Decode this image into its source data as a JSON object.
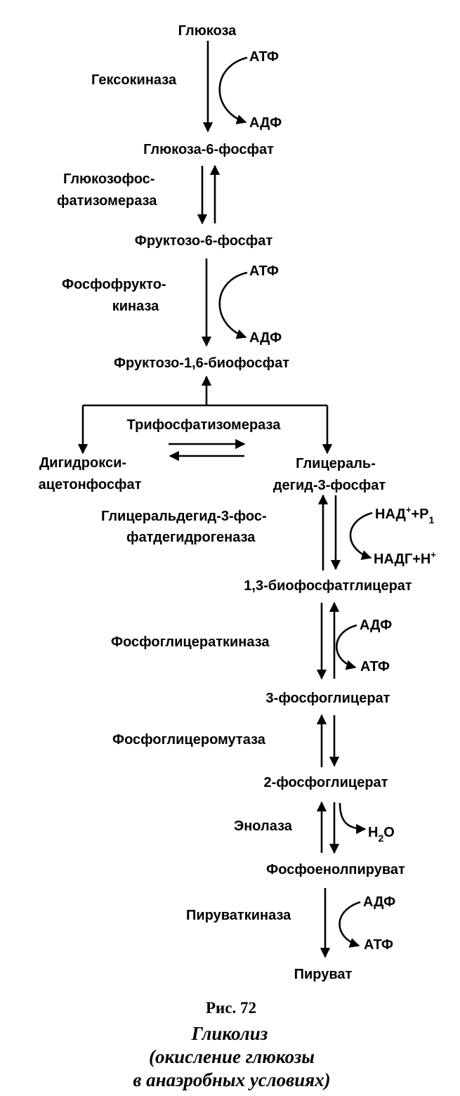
{
  "metabolites": {
    "glucose": "Глюкоза",
    "g6p": "Глюкоза-6-фосфат",
    "f6p": "Фруктозо-6-фосфат",
    "f16bp": "Фруктозо-1,6-биофосфат",
    "dhap_1": "Дигидрокси-",
    "dhap_2": "ацетонфосфат",
    "gap_1": "Глицераль-",
    "gap_2": "дегид-3-фосфат",
    "bpg13": "1,3-биофосфатглицерат",
    "pg3": "3-фосфоглицерат",
    "pg2": "2-фосфоглицерат",
    "pep": "Фосфоенолпируват",
    "pyruvate": "Пируват"
  },
  "enzymes": {
    "hexokinase": "Гексокиназа",
    "gpi_1": "Глюкозофос-",
    "gpi_2": "фатизомераза",
    "pfk_1": "Фосфофрукто-",
    "pfk_2": "киназа",
    "tpi": "Трифосфатизомераза",
    "gapdh_1": "Глицеральдегид-3-фос-",
    "gapdh_2": "фатдегидрогеназа",
    "pgk": "Фосфоглицераткиназа",
    "pgm": "Фосфоглицеромутаза",
    "enolase": "Энолаза",
    "pk": "Пируваткиназа"
  },
  "cofactors": {
    "atp": "АТФ",
    "adp": "АДФ",
    "nad_base": "НАД",
    "nad_plus": "+",
    "nad_tail": "+P",
    "nad_sub": "1",
    "nadh_base": "НАДГ+Н",
    "nadh_plus": "+",
    "water_h": "H",
    "water_sub": "2",
    "water_o": "O"
  },
  "caption": {
    "fig_number": "Рис. 72",
    "title": "Гликолиз",
    "subtitle_1": "(окисление глюкозы",
    "subtitle_2": "в анаэробных условиях)"
  }
}
